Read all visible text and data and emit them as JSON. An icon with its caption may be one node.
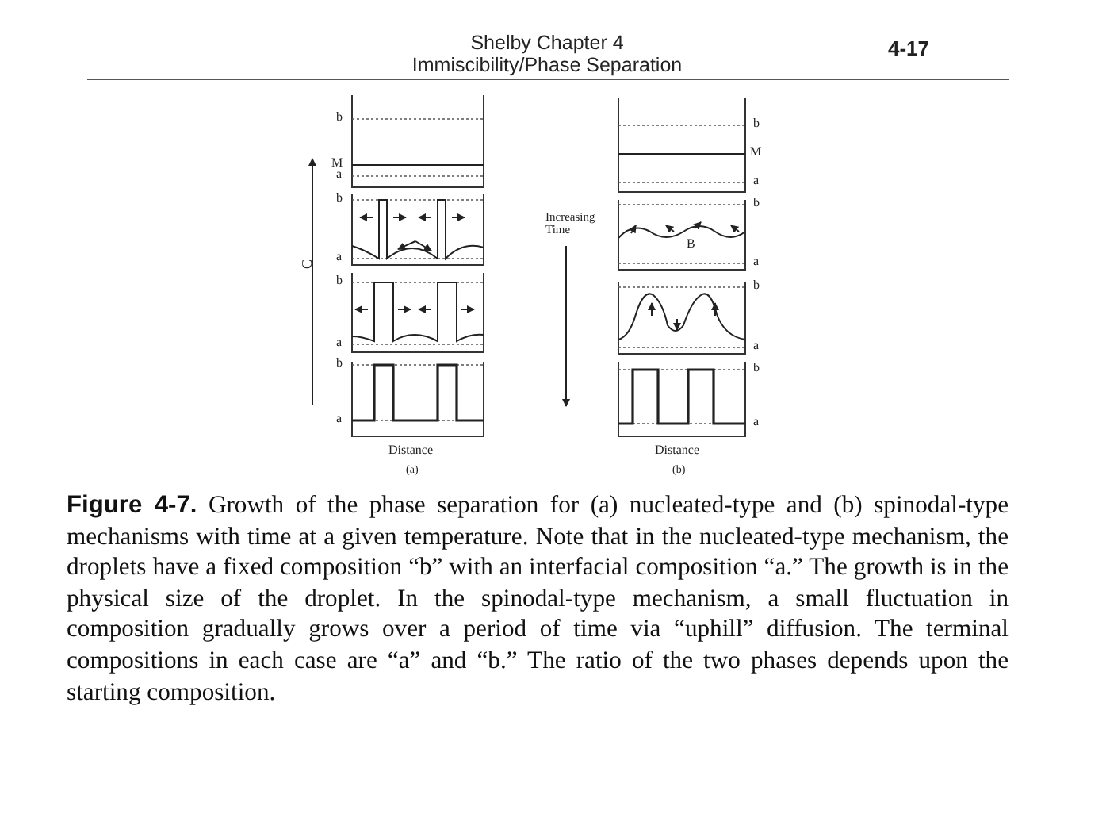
{
  "diagram": {
    "title": "Shelby Chapter 4 Immiscibility/Phase Separation",
    "caption": "**Figure 4-7.** Growth of the phase separation for (a) nucleated-type and (b) spinodal-type mechanisms with time at a given temperature. Note that in the nucleated-type mechanism, the droplets have a fixed composition “b” with an interfacial composition “a.” The growth is in the physical size of the droplet. In the spinodal-type mechanism, a small fluctuation in composition gradually grows over a period of time via “uphill” diffusion. The terminal compositions in each case are “a” and “b.” The ratio of the two phases depends upon the starting composition.",
    "labels": [
      "4-17",
      "b",
      "M",
      "a",
      "b",
      "a",
      "b",
      "a",
      "b",
      "a",
      "C",
      "Distance",
      "(a)",
      "Increasing Time",
      "b",
      "M",
      "a",
      "b",
      "B",
      "a",
      "b",
      "a",
      "b",
      "a",
      "Distance",
      "(b)"
    ]
  }
}
